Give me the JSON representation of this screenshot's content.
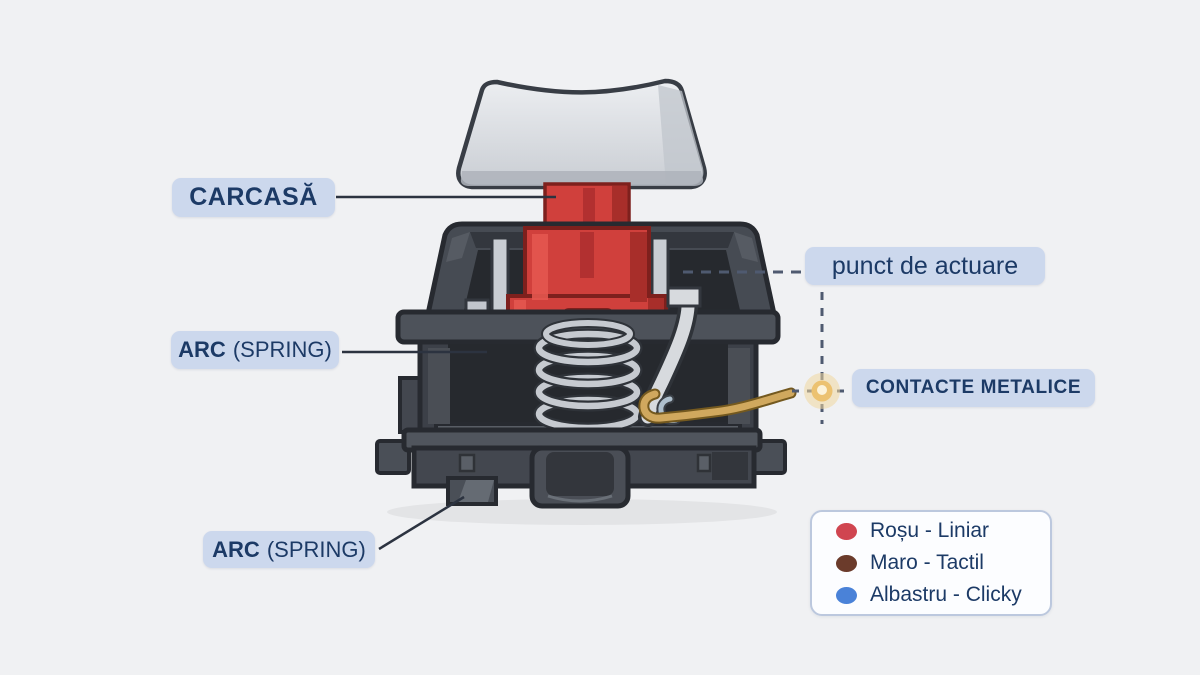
{
  "diagram": {
    "subject": "mechanical keyboard switch cutaway",
    "labels": {
      "carcasa": "CARCASĂ",
      "arc_top": {
        "strong": "ARC",
        "rest": "(SPRING)"
      },
      "arc_bottom": {
        "strong": "ARC",
        "rest": "(SPRING)"
      },
      "punct_de_actuare": "punct de actuare",
      "contacte_metalice": "CONTACTE METALICE"
    },
    "legend": {
      "items": [
        {
          "color": "#d04550",
          "label": "Roșu - Liniar"
        },
        {
          "color": "#6b3b2b",
          "label": "Maro - Tactil"
        },
        {
          "color": "#4a82d8",
          "label": "Albastru - Clicky"
        }
      ]
    },
    "colors": {
      "background": "#f0f1f3",
      "label_pill_bg": "#ccd8ed",
      "label_text": "#1c3a66",
      "legend_bg": "#fcfdff",
      "legend_border": "#bcc8de",
      "stem_red": "#d0403c",
      "stem_red_dark": "#a82e2a",
      "stem_red_light": "#e3564f",
      "housing_gray": "#43474f",
      "housing_dark": "#26292e",
      "outline": "#272a30",
      "spring_silver": "#c6cad0",
      "leaf_silver": "#d7dade",
      "contact_gold": "#d0a85e",
      "leader_line": "#2c3340",
      "dashed_line": "#4f5a70",
      "glow_dot": "#ecc271"
    }
  }
}
